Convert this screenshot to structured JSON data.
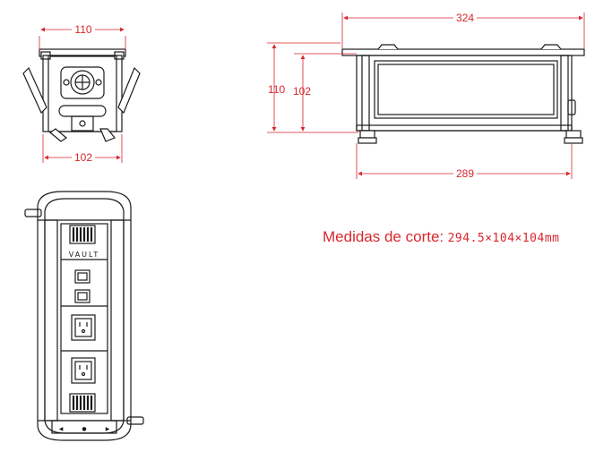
{
  "dimensions": {
    "side_top_width": "110",
    "side_bottom_width": "102",
    "front_top_width": "324",
    "front_bottom_width": "289",
    "front_outer_height": "110",
    "front_inner_height": "102"
  },
  "top_view": {
    "brand": "VAULT",
    "buttons": [
      "◀",
      "●",
      "▶"
    ]
  },
  "cutout": {
    "label": "Medidas de corte:",
    "value": "294.5×104×104mm"
  },
  "colors": {
    "dimension": "#d8262c",
    "line": "#1a1a1a",
    "background": "#ffffff"
  }
}
